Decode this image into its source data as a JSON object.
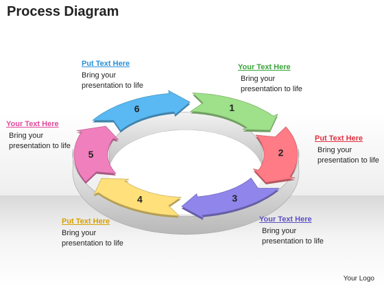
{
  "title": "Process Diagram",
  "segments": [
    {
      "number": "1",
      "color": "#9fe08a",
      "heading": "Your Text Here",
      "heading_color": "#3aa33a",
      "body": "Bring your presentation to life"
    },
    {
      "number": "2",
      "color": "#ff7b86",
      "heading": "Put Text Here",
      "heading_color": "#e03040",
      "body": "Bring your presentation to life"
    },
    {
      "number": "3",
      "color": "#8f85ea",
      "heading": "Your Text Here",
      "heading_color": "#5a4fc0",
      "body": "Bring your presentation to life"
    },
    {
      "number": "4",
      "color": "#ffe07a",
      "heading": "Put Text Here",
      "heading_color": "#d6a000",
      "body": "Bring your presentation to life"
    },
    {
      "number": "5",
      "color": "#f07fbd",
      "heading": "Your Text Here",
      "heading_color": "#e04a9a",
      "body": "Bring your presentation to life"
    },
    {
      "number": "6",
      "color": "#5ab9f2",
      "heading": "Put Text Here",
      "heading_color": "#2a8fd6",
      "body": "Bring your presentation to life"
    }
  ],
  "footer": {
    "logo": "Your Logo"
  }
}
